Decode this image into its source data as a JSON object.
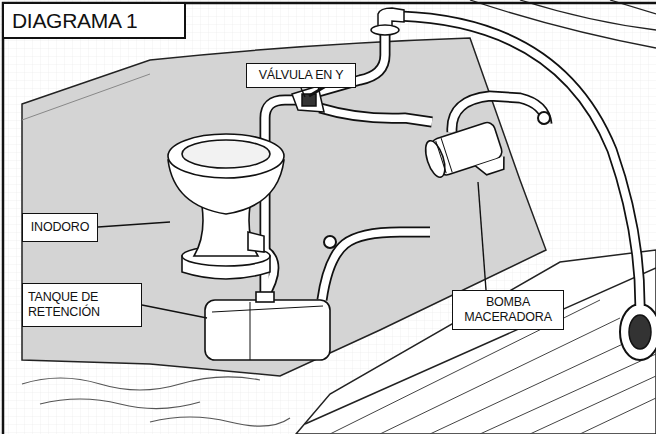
{
  "diagram": {
    "title": "DIAGRAMA 1",
    "nodes": [
      {
        "text": [
          "VÁLVULA EN Y"
        ]
      },
      {
        "text": [
          "INODORO"
        ]
      },
      {
        "text": [
          "BOMBA MACERADORA"
        ]
      },
      {
        "text": [
          "TANQUE DE RETENCIÓN"
        ]
      }
    ]
  }
}
